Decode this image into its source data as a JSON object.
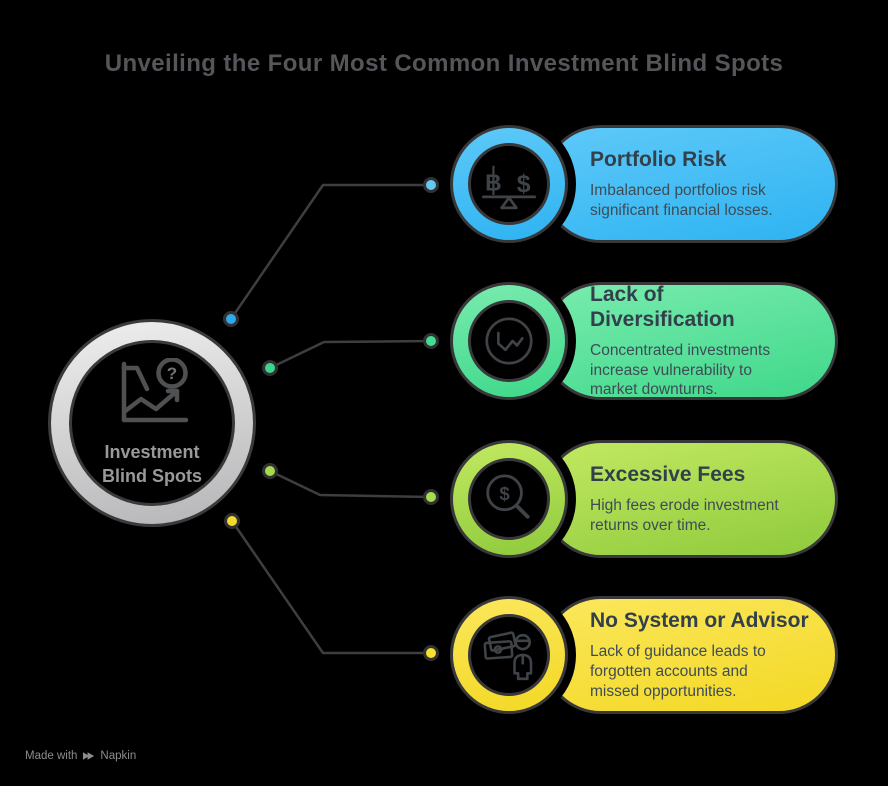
{
  "title": "Unveiling the Four Most Common Investment Blind Spots",
  "colors": {
    "background": "#000000",
    "connector_line": "#3e3e40",
    "title_text": "#55565a",
    "card_title_text": "#32404b",
    "card_body_text": "#3e4c56"
  },
  "center": {
    "label": "Investment Blind Spots",
    "label_lines": [
      "Investment",
      "Blind Spots"
    ],
    "icon": "chart-question-icon",
    "icon_glyph": "?",
    "ring_color_top": "#efefef",
    "ring_color_bottom": "#b5b5b7"
  },
  "cards": [
    {
      "title": "Portfolio Risk",
      "title_lines": [
        "Portfolio Risk",
        ""
      ],
      "description": "Imbalanced portfolios risk significant financial losses.",
      "desc_lines": [
        "Imbalanced portfolios risk",
        "significant financial losses.",
        ""
      ],
      "icon": "balance-scale-icon",
      "icon_glyphs": {
        "left": "B",
        "right": "$"
      },
      "color_top": "#5ec9f8",
      "color_bottom": "#2eb3f2",
      "dot_color": "#2fa9e9",
      "end_dot_color": "#62c9f2"
    },
    {
      "title": "Lack of Diversification",
      "title_lines": [
        "Lack of",
        "Diversification"
      ],
      "description": "Concentrated investments increase vulnerability to market downturns.",
      "desc_lines": [
        "Concentrated investments",
        "increase vulnerability to",
        "market downturns."
      ],
      "icon": "line-chart-circle-icon",
      "color_top": "#79ebae",
      "color_bottom": "#3fd88a",
      "dot_color": "#3ed48e",
      "end_dot_color": "#43dc92"
    },
    {
      "title": "Excessive Fees",
      "title_lines": [
        "Excessive Fees",
        ""
      ],
      "description": "High fees erode investment returns over time.",
      "desc_lines": [
        "High fees erode investment",
        "returns over time.",
        ""
      ],
      "icon": "magnifier-dollar-icon",
      "icon_glyphs": {
        "lens": "$"
      },
      "color_top": "#c2e961",
      "color_bottom": "#8fca3c",
      "dot_color": "#a6d94d",
      "end_dot_color": "#a8dc4f"
    },
    {
      "title": "No System or Advisor",
      "title_lines": [
        "No System or Advisor",
        ""
      ],
      "description": "Lack of guidance leads to forgotten accounts and missed opportunities.",
      "desc_lines": [
        "Lack of guidance leads to",
        "forgotten accounts and",
        "missed opportunities."
      ],
      "icon": "money-advisor-icon",
      "color_top": "#fbe75c",
      "color_bottom": "#f3d824",
      "dot_color": "#f2db2d",
      "end_dot_color": "#f5e12e"
    }
  ],
  "footer": {
    "made_with": "Made with",
    "brand": "Napkin"
  }
}
